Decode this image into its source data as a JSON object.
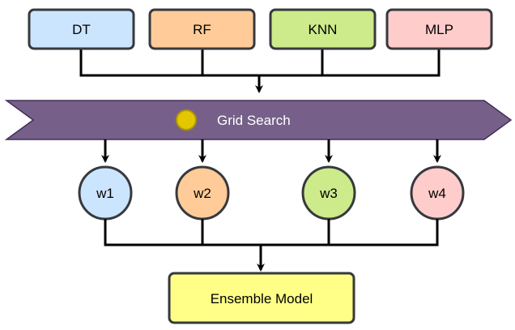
{
  "diagram": {
    "models": [
      {
        "label": "DT",
        "fill": "#cce5ff",
        "stroke": "#36393d"
      },
      {
        "label": "RF",
        "fill": "#ffcc99",
        "stroke": "#36393d"
      },
      {
        "label": "KNN",
        "fill": "#cdeb8b",
        "stroke": "#36393d"
      },
      {
        "label": "MLP",
        "fill": "#ffcccc",
        "stroke": "#36393d"
      }
    ],
    "grid_search": {
      "label": "Grid Search",
      "fill": "#76608a",
      "stroke": "#432d57",
      "text_color": "#ffffff",
      "indicator_fill": "#e3c800",
      "indicator_stroke": "#b09500"
    },
    "weights": [
      {
        "label": "w1",
        "fill": "#cce5ff"
      },
      {
        "label": "w2",
        "fill": "#ffcc99"
      },
      {
        "label": "w3",
        "fill": "#cdeb8b"
      },
      {
        "label": "w4",
        "fill": "#ffcccc"
      }
    ],
    "ensemble": {
      "label": "Ensemble Model",
      "fill": "#ffff88",
      "stroke": "#36393d"
    },
    "connector_color": "#000000",
    "node_stroke": "#36393d"
  }
}
